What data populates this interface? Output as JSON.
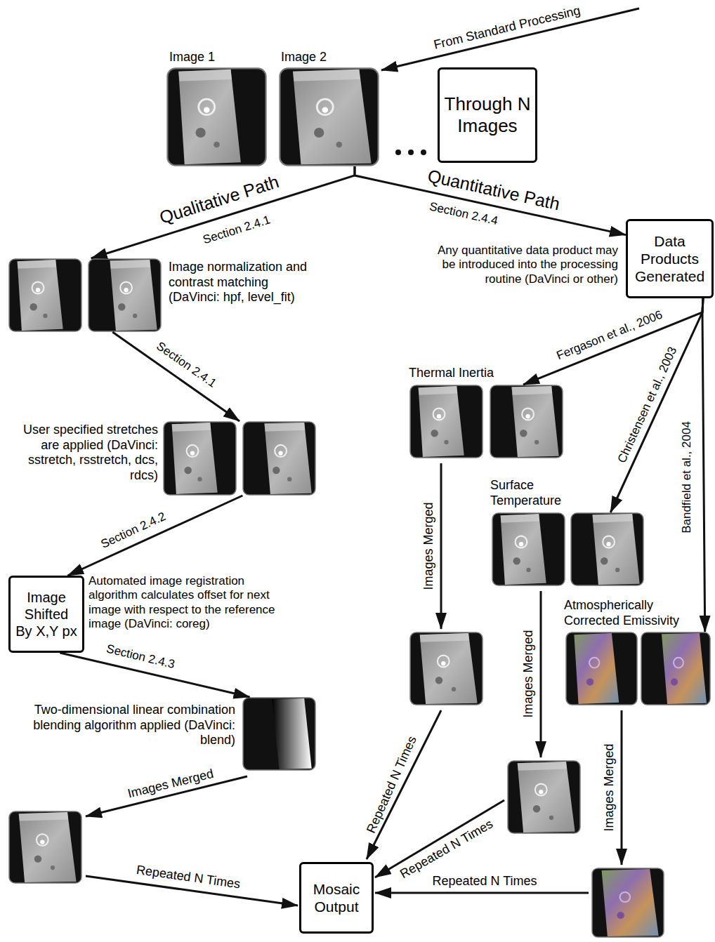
{
  "diagram": {
    "nodes": [
      {
        "text": [
          "Image 1"
        ]
      },
      {
        "text": [
          "Image 2"
        ]
      },
      {
        "text": [
          "Through N Images"
        ]
      },
      {
        "text": [
          "Image normalization and contrast matching (DaVinci: hpf, level_fit)"
        ]
      },
      {
        "text": [
          "Data Products Generated"
        ]
      },
      {
        "text": [
          "User specified stretches are applied (DaVinci: sstretch, rsstretch, dcs, rdcs)"
        ]
      },
      {
        "text": [
          "Thermal Inertia"
        ]
      },
      {
        "text": [
          "Surface Temperature"
        ]
      },
      {
        "text": [
          "Image Shifted By X,Y px",
          "Automated image registration algorithm calculates offset for next image with respect to the reference image (DaVinci: coreg)"
        ]
      },
      {
        "text": [
          "Atmospherically Corrected Emissivity"
        ]
      },
      {
        "text": [
          "Two-dimensional linear combination blending algorithm applied (DaVinci: blend)"
        ]
      },
      {
        "text": [
          "Mosaic Output"
        ]
      }
    ],
    "edges": [
      {
        "from": 1,
        "to": 3,
        "label": "Qualitative Path",
        "arrow": "to"
      },
      {
        "from": 1,
        "to": 4,
        "label": "Quantitative Path",
        "arrow": "to"
      },
      {
        "from": 3,
        "to": 5,
        "label": "Section 2.4.1",
        "arrow": "to"
      },
      {
        "from": 5,
        "to": 8,
        "label": "Section 2.4.2",
        "arrow": "to"
      },
      {
        "from": 8,
        "to": 10,
        "label": "Section 2.4.3",
        "arrow": "to"
      },
      {
        "from": 4,
        "to": 6,
        "label": "Fergason et al., 2006",
        "arrow": "to"
      },
      {
        "from": 4,
        "to": 7,
        "label": "Christensen et al., 2003",
        "arrow": "to"
      },
      {
        "from": 4,
        "to": 9,
        "label": "Bandfield et al., 2004",
        "arrow": "to"
      }
    ],
    "labels": [
      "From Standard Processing",
      "Section 2.4.1",
      "Section 2.4.4",
      "Any quantitative data product may be introduced into the processing routine (DaVinci or other)",
      "Images Merged",
      "Repeated N Times",
      "Images Merged",
      "Images Merged",
      "Images Merged",
      "Repeated N Times",
      "Repeated N Times",
      "Repeated N Times"
    ]
  }
}
